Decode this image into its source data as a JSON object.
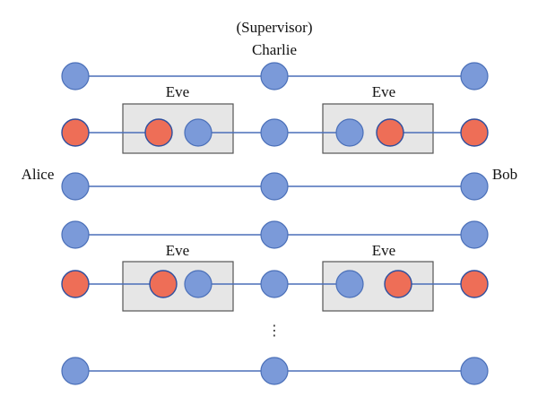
{
  "labels": {
    "supervisor": "(Supervisor)",
    "charlie": "Charlie",
    "alice": "Alice",
    "bob": "Bob",
    "eve": "Eve",
    "ellipsis": "⋮"
  },
  "colors": {
    "blue_fill": "#7b9ad9",
    "blue_stroke": "#4a6fb8",
    "red_fill": "#ee6e57",
    "red_stroke": "#2e4f9e",
    "line": "#4a6fb8",
    "box_fill": "#e6e6e6",
    "box_stroke": "#555555"
  },
  "rows": [
    {
      "type": "plain"
    },
    {
      "type": "eve"
    },
    {
      "type": "plain"
    },
    {
      "type": "plain"
    },
    {
      "type": "eve"
    },
    {
      "type": "plain"
    }
  ]
}
